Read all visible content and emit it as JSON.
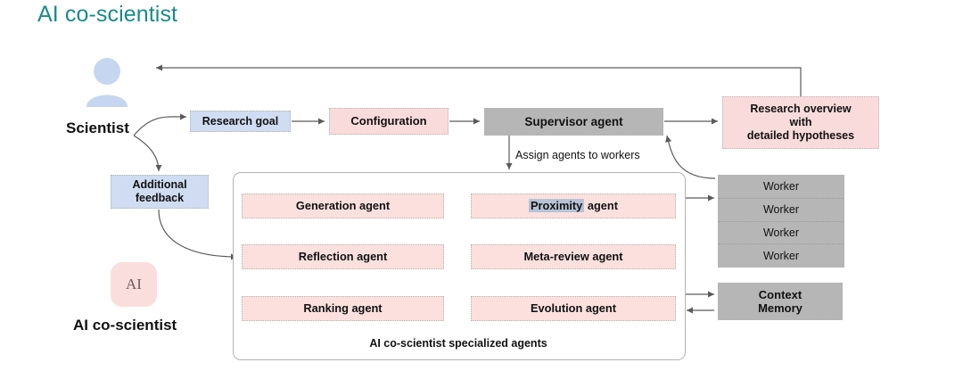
{
  "page": {
    "title": "AI co-scientist",
    "title_color": "#1a8a8a"
  },
  "actors": {
    "scientist_label": "Scientist",
    "scientist_icon": "person-avatar-icon",
    "ai_logo_text": "AI",
    "ai_label": "AI co-scientist"
  },
  "flow": {
    "research_goal": "Research goal",
    "configuration": "Configuration",
    "supervisor": "Supervisor agent",
    "assign_label": "Assign agents to workers",
    "research_overview_line1": "Research overview",
    "research_overview_line2": "with",
    "research_overview_line3": "detailed hypotheses",
    "additional_feedback_line1": "Additional",
    "additional_feedback_line2": "feedback"
  },
  "agents": {
    "caption": "AI co-scientist specialized agents",
    "items": [
      {
        "label": "Generation agent",
        "row": 1,
        "col": "left"
      },
      {
        "label": "Proximity agent",
        "row": 1,
        "col": "right",
        "highlight": "Proximity"
      },
      {
        "label": "Reflection agent",
        "row": 2,
        "col": "left"
      },
      {
        "label": "Meta-review agent",
        "row": 2,
        "col": "right"
      },
      {
        "label": "Ranking agent",
        "row": 3,
        "col": "left"
      },
      {
        "label": "Evolution agent",
        "row": 3,
        "col": "right"
      }
    ]
  },
  "infra": {
    "workers": [
      "Worker",
      "Worker",
      "Worker",
      "Worker"
    ],
    "context_memory_line1": "Context",
    "context_memory_line2": "Memory"
  },
  "colors": {
    "blue_box": "#cfdcf2",
    "pink_box": "#fadbdb",
    "pink_agent": "#fbe0de",
    "gray_box": "#b6b6b6",
    "arrow_gray": "#5a5a5a",
    "arrow_red": "#c0392b",
    "selection_highlight": "#b6c2d6"
  }
}
